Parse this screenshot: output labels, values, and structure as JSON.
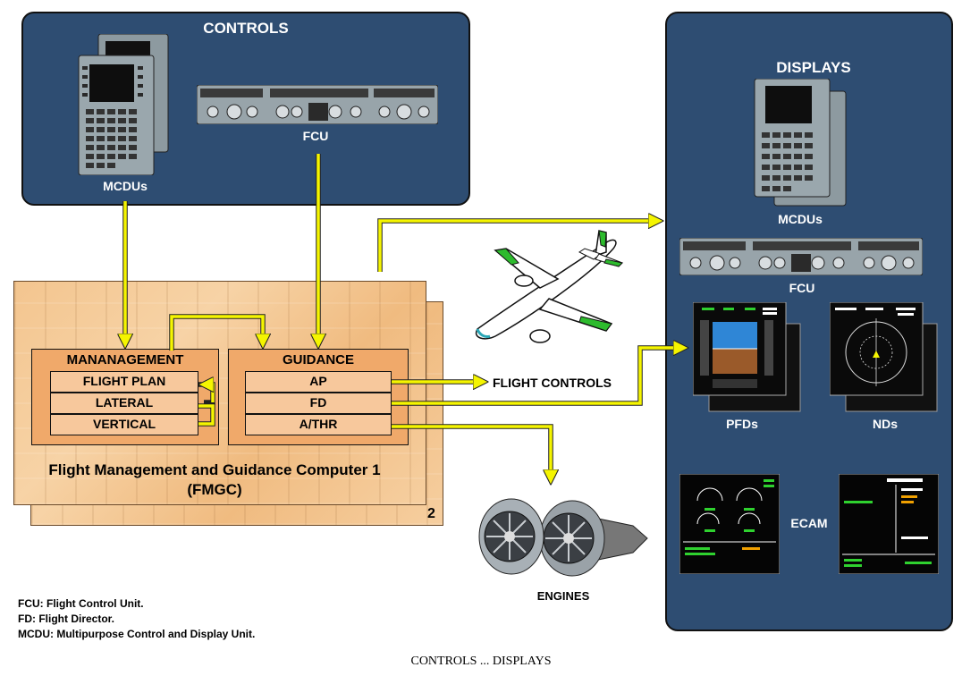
{
  "controls": {
    "title": "CONTROLS",
    "mcdu_label": "MCDUs",
    "fcu_label": "FCU"
  },
  "displays": {
    "title": "DISPLAYS",
    "mcdu_label": "MCDUs",
    "fcu_label": "FCU",
    "pfd_label": "PFDs",
    "nd_label": "NDs",
    "ecam_label": "ECAM"
  },
  "fmgc": {
    "title_line1": "Flight Management and Guidance Computer 1",
    "title_line2": "(FMGC)",
    "second_unit_number": "2",
    "management": {
      "title": "MANANAGEMENT",
      "rows": [
        "FLIGHT PLAN",
        "LATERAL",
        "VERTICAL"
      ]
    },
    "guidance": {
      "title": "GUIDANCE",
      "rows": [
        "AP",
        "FD",
        "A/THR"
      ]
    }
  },
  "outputs": {
    "flight_controls": "FLIGHT CONTROLS",
    "engines": "ENGINES"
  },
  "legend": [
    "FCU: Flight Control Unit.",
    "FD: Flight Director.",
    "MCDU: Multipurpose Control and Display Unit."
  ],
  "caption": "CONTROLS ... DISPLAYS",
  "colors": {
    "panel": "#2e4d72",
    "arrow": "#f5f500",
    "box": "#f0a96a",
    "row": "#f7c89c"
  }
}
